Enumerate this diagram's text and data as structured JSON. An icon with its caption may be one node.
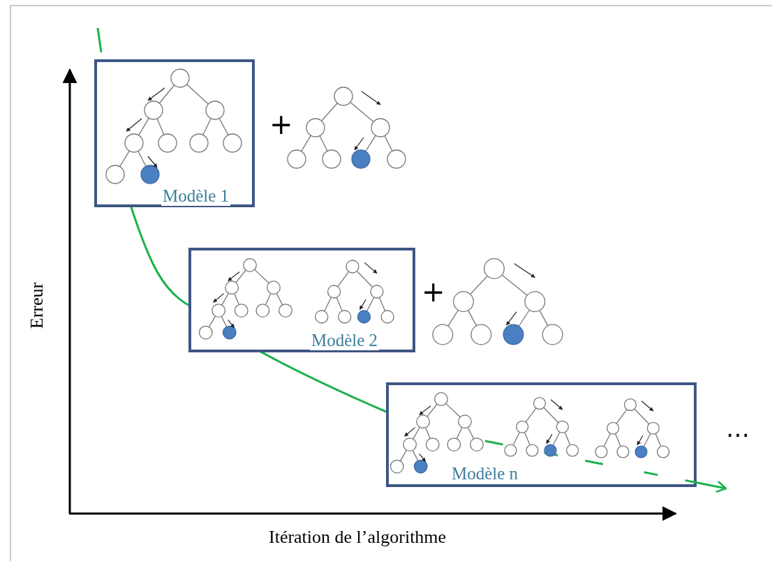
{
  "diagram": {
    "nodes": [
      {
        "text": [
          "Modèle 1"
        ]
      },
      {
        "text": [
          "Modèle 2"
        ]
      },
      {
        "text": [
          "Modèle n"
        ]
      }
    ],
    "labels": [
      "+",
      "+",
      "Erreur",
      "…",
      "Itération de l’algorithme"
    ]
  }
}
